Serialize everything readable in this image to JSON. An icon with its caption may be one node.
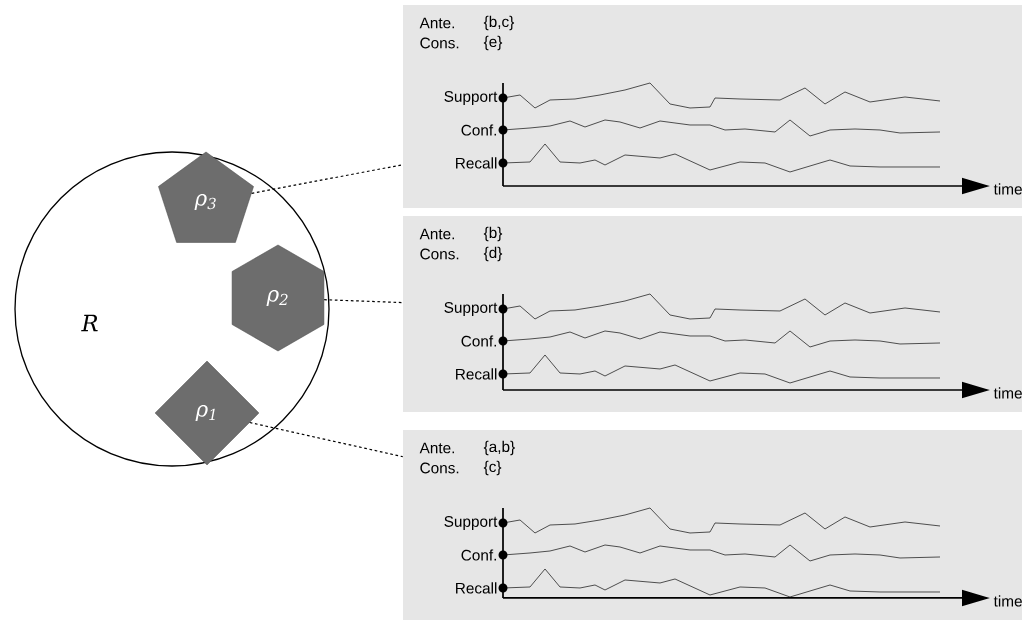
{
  "diagram": {
    "nodes": [
      {
        "text": [
          "R"
        ]
      },
      {
        "text": [
          "ρ$_{3}$"
        ],
        "in": 0
      },
      {
        "text": [
          "ρ$_{2}$"
        ],
        "in": 0
      },
      {
        "text": [
          "ρ$_{1}$"
        ],
        "in": 0
      },
      {
        "text": [
          "Ante.",
          "{b,c}",
          "Cons.",
          "{e}",
          "Support",
          "Conf.",
          "Recall",
          "time"
        ]
      },
      {
        "text": [
          "Ante.",
          "{b}",
          "Cons.",
          "{d}",
          "Support",
          "Conf.",
          "Recall",
          "time"
        ]
      },
      {
        "text": [
          "Ante.",
          "{a,b}",
          "Cons.",
          "{c}",
          "Support",
          "Conf.",
          "Recall",
          "time"
        ]
      }
    ],
    "edges": [
      {
        "from": 1,
        "to": 4,
        "arrow": "none",
        "style": "dashed"
      },
      {
        "from": 2,
        "to": 5,
        "arrow": "none",
        "style": "dashed"
      },
      {
        "from": 3,
        "to": 6,
        "arrow": "none",
        "style": "dashed"
      }
    ]
  }
}
